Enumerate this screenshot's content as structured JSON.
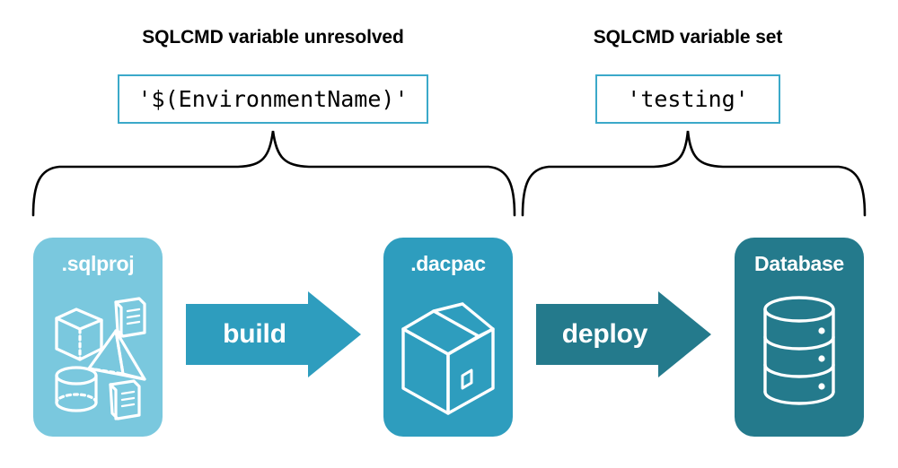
{
  "diagram": {
    "title_left": "SQLCMD variable unresolved",
    "title_right": "SQLCMD variable set",
    "code_left": "'$(EnvironmentName)'",
    "code_right": "'testing'",
    "nodes": [
      {
        "label": ".sqlproj",
        "color": "#7AC8DE",
        "icons": [
          "cube-icon",
          "scroll-icon",
          "pyramid-icon",
          "cylinder-icon",
          "scroll-icon"
        ]
      },
      {
        "label": ".dacpac",
        "color": "#2E9DBE",
        "icons": [
          "package-box-icon"
        ]
      },
      {
        "label": "Database",
        "color": "#247A8C",
        "icons": [
          "database-cylinder-icon"
        ]
      }
    ],
    "arrows": [
      {
        "label": "build",
        "color": "#2E9DBE"
      },
      {
        "label": "deploy",
        "color": "#247A8C"
      }
    ],
    "colors": {
      "code_border": "#3BA9C9",
      "brace_stroke": "#000000",
      "background": "#ffffff",
      "text": "#000000"
    }
  }
}
